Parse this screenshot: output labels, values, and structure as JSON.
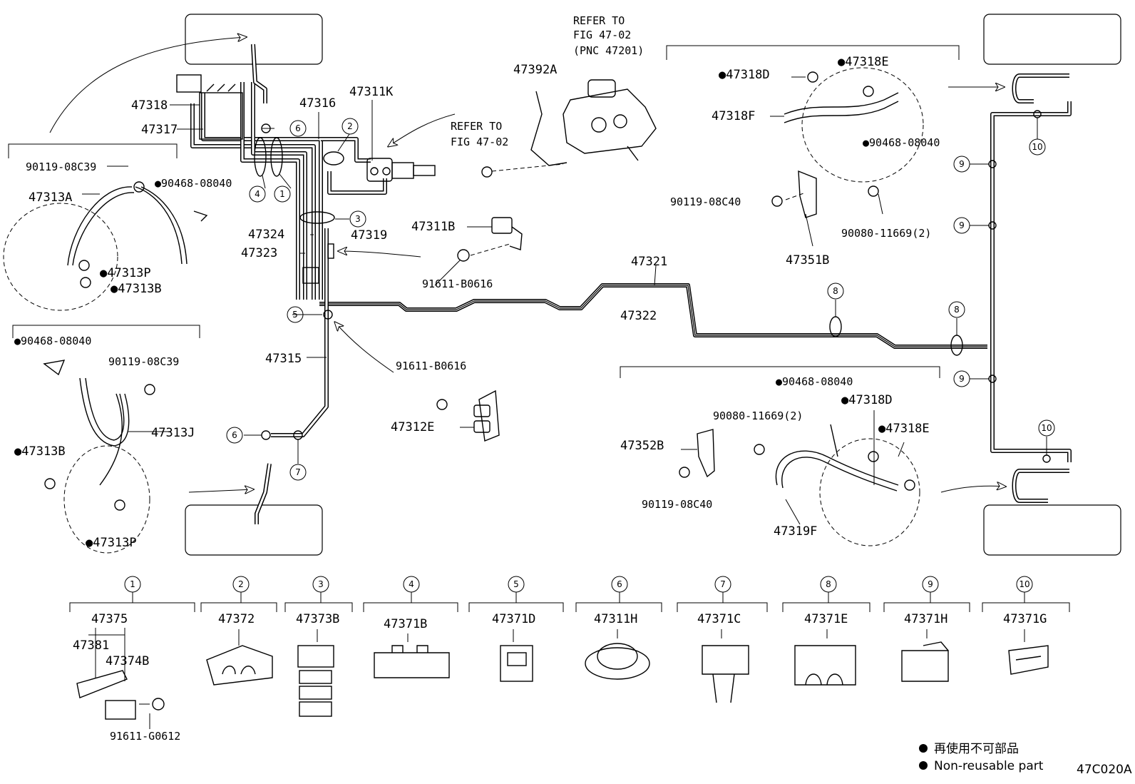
{
  "diagram_code": "47C020A",
  "refer_upper": {
    "line1": "REFER TO",
    "line2": "FIG 47-02",
    "line3": "(PNC 47201)"
  },
  "refer_mid": {
    "line1": "REFER TO",
    "line2": "FIG 47-02"
  },
  "legend": {
    "line1": "再使用不可部品",
    "line2": "Non-reusable part"
  },
  "labels": {
    "p47318": "47318",
    "p47317": "47317",
    "p47316": "47316",
    "p47311K": "47311K",
    "p47392A": "47392A",
    "p90119_08C39_a": "90119-08C39",
    "p90468_a": "●90468-08040",
    "p47313A": "47313A",
    "p47313P_a": "●47313P",
    "p47313B_a": "●47313B",
    "p47324": "47324",
    "p47319": "47319",
    "p47323": "47323",
    "p47311B": "47311B",
    "p91611_B0616_a": "91611-B0616",
    "p47321": "47321",
    "p47322": "47322",
    "p90468_b": "●90468-08040",
    "p90119_08C39_b": "90119-08C39",
    "p47315": "47315",
    "p47313J": "47313J",
    "p47313B_b": "●47313B",
    "p47313P_b": "●47313P",
    "p91611_B0616_b": "91611-B0616",
    "p47312E": "47312E",
    "p47318D_a": "●47318D",
    "p47318E_a": "●47318E",
    "p47318F": "47318F",
    "p90468_c": "●90468-08040",
    "p90119_08C40_a": "90119-08C40",
    "p90080_a": "90080-11669(2)",
    "p47351B": "47351B",
    "p90468_d": "●90468-08040",
    "p47318D_b": "●47318D",
    "p90080_b": "90080-11669(2)",
    "p47318E_b": "●47318E",
    "p47352B": "47352B",
    "p90119_08C40_b": "90119-08C40",
    "p47319F": "47319F"
  },
  "callouts": {
    "c1": "1",
    "c2": "2",
    "c3": "3",
    "c4": "4",
    "c5": "5",
    "c6": "6",
    "c7": "7",
    "c8": "8",
    "c9": "9",
    "c10": "10"
  },
  "bottom_groups": [
    {
      "num": "1",
      "part": "47375",
      "sub1": "47381",
      "sub2": "47374B",
      "sub3": "91611-G0612"
    },
    {
      "num": "2",
      "part": "47372"
    },
    {
      "num": "3",
      "part": "47373B"
    },
    {
      "num": "4",
      "part": "47371B"
    },
    {
      "num": "5",
      "part": "47371D"
    },
    {
      "num": "6",
      "part": "47311H"
    },
    {
      "num": "7",
      "part": "47371C"
    },
    {
      "num": "8",
      "part": "47371E"
    },
    {
      "num": "9",
      "part": "47371H"
    },
    {
      "num": "10",
      "part": "47371G"
    }
  ]
}
